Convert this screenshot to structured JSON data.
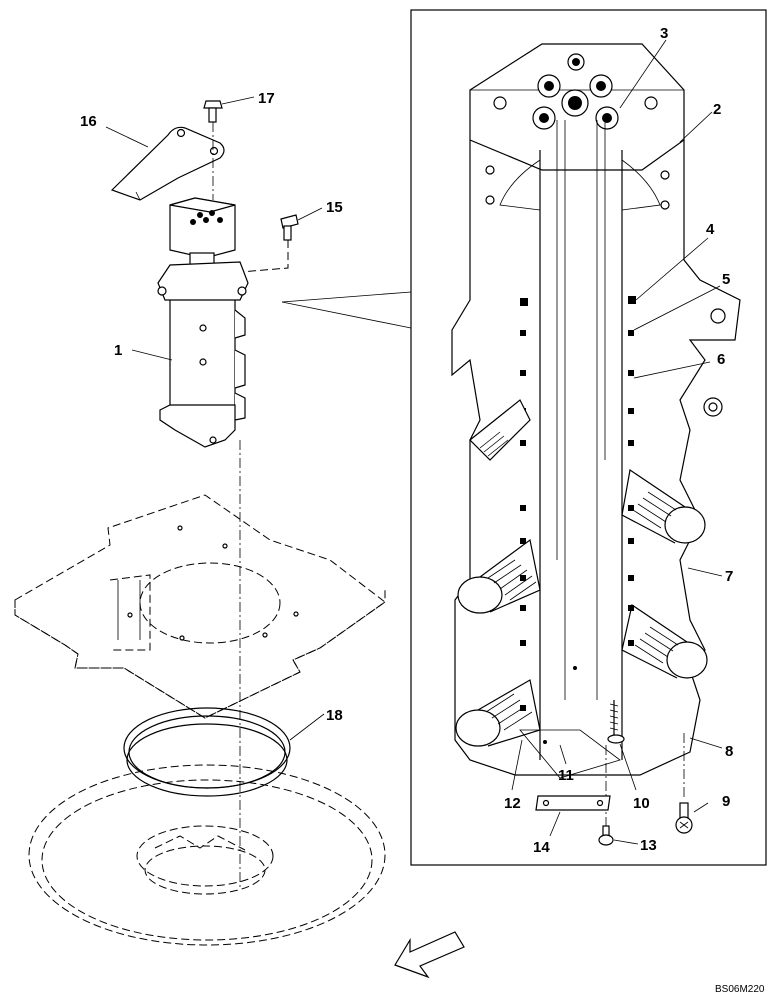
{
  "diagram": {
    "callouts": {
      "c1": "1",
      "c2": "2",
      "c3": "3",
      "c4": "4",
      "c5": "5",
      "c6": "6",
      "c7": "7",
      "c8": "8",
      "c9": "9",
      "c10": "10",
      "c11": "11",
      "c12": "12",
      "c13": "13",
      "c14": "14",
      "c15": "15",
      "c16": "16",
      "c17": "17",
      "c18": "18"
    },
    "drawing_code": "BS06M220",
    "parts": {
      "swivel_joint": "swivel-joint",
      "detail_box": "detail-inset",
      "frame_plate": "frame-plate",
      "seal_ring": "seal-ring",
      "turntable": "turntable-base",
      "direction_arrow": "front-arrow-icon"
    }
  }
}
